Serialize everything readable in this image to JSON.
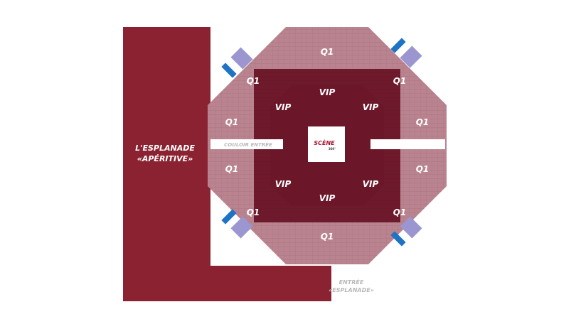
{
  "colors": {
    "esplanade": "#8b2231",
    "q1_zone": "#b9848f",
    "vip_zone": "#6e1a2c",
    "stage": "#ffffff",
    "corridor": "#ffffff",
    "access_ramp": "#9b96cf",
    "access_door": "#1f73c4",
    "label_gray": "#b9b9b9"
  },
  "esplanade": {
    "line1": "L'ESPLANADE",
    "line2": "«APÉRITIVE»"
  },
  "stage": {
    "title": "SCÈNE",
    "subtitle": "360°"
  },
  "corridor": {
    "label": "COULOIR ENTRÉE"
  },
  "entrance": {
    "line1": "ENTRÉE",
    "line2": "«ESPLANADE»"
  },
  "zones": {
    "q1": [
      "Q1",
      "Q1",
      "Q1",
      "Q1",
      "Q1",
      "Q1",
      "Q1",
      "Q1"
    ],
    "vip": [
      "VIP",
      "VIP",
      "VIP",
      "VIP",
      "VIP",
      "VIP"
    ]
  }
}
